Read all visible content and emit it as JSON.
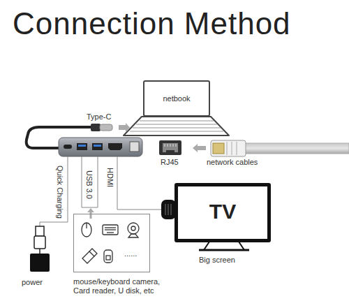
{
  "diagram": {
    "title": "Connection Method",
    "nodes": [
      {
        "text": [
          "netbook"
        ]
      },
      {
        "text": [
          "TV",
          "Big screen"
        ]
      },
      {
        "text": [
          "......",
          "mouse/keyboard camera, Card reader, U disk, etc"
        ]
      }
    ],
    "labels": [
      "Type-C",
      "RJ45",
      "network cables",
      "Quick Charging",
      "USB 3.0",
      "HDMI",
      "power"
    ]
  }
}
